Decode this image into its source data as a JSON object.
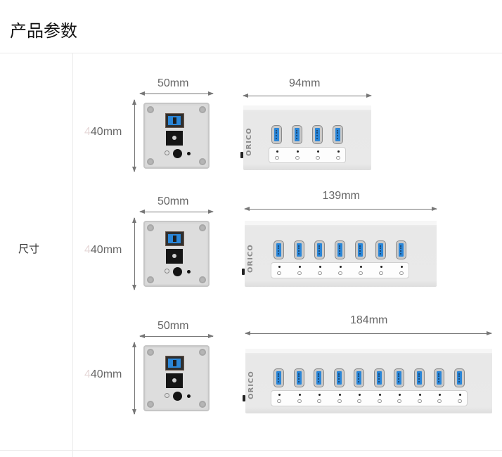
{
  "section_title": "产品参数",
  "spec_rows": [
    {
      "label": "尺寸",
      "variants": [
        {
          "depth": "50mm",
          "height": "40mm",
          "height_ghost": "4",
          "width": "94mm",
          "ports": 4,
          "brand": "ORICO"
        },
        {
          "depth": "50mm",
          "height": "40mm",
          "height_ghost": "4",
          "width": "139mm",
          "ports": 7,
          "brand": "ORICO"
        },
        {
          "depth": "50mm",
          "height": "40mm",
          "height_ghost": "4",
          "width": "184mm",
          "ports": 10,
          "brand": "ORICO"
        }
      ]
    }
  ],
  "colors": {
    "usb_blue": "#2a86d8",
    "divider": "#ebebeb",
    "text": "#333333"
  }
}
